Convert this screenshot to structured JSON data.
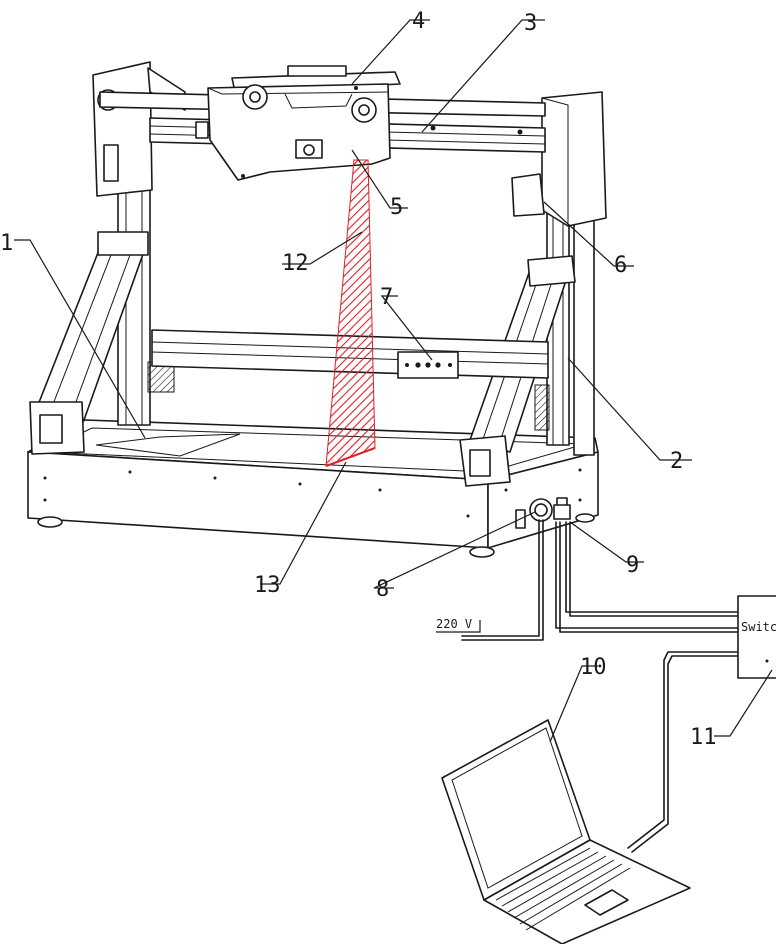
{
  "labels": {
    "l1": "1",
    "l2": "2",
    "l3": "3",
    "l4": "4",
    "l5": "5",
    "l6": "6",
    "l7": "7",
    "l8": "8",
    "l9": "9",
    "l10": "10",
    "l11": "11",
    "l12": "12",
    "l13": "13"
  },
  "power": "220 V",
  "switch_label": "Switch",
  "colors": {
    "laser": "#e0202a",
    "line": "#1a1a1a"
  }
}
